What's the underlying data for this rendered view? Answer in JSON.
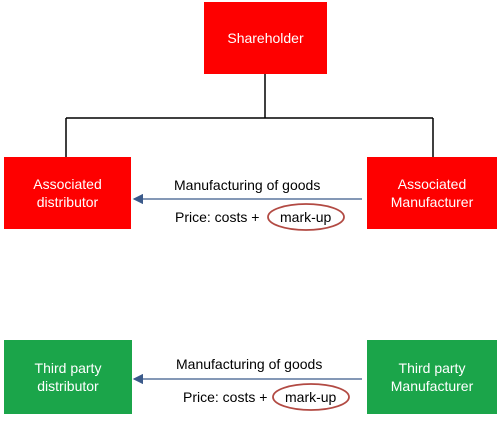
{
  "top": {
    "shareholder": "Shareholder",
    "left_box": "Associated\ndistributor",
    "right_box": "Associated\nManufacturer",
    "flow_label": "Manufacturing of goods",
    "price_prefix": "Price: costs +",
    "price_markup": "mark-up"
  },
  "bottom": {
    "left_box": "Third party\ndistributor",
    "right_box": "Third party\nManufacturer",
    "flow_label": "Manufacturing of goods",
    "price_prefix": "Price: costs +",
    "price_markup": "mark-up"
  },
  "colors": {
    "associated": "#fe0000",
    "third_party": "#1ba54a",
    "arrow": "#3b5a8a",
    "markup_circle": "#b24a43"
  }
}
